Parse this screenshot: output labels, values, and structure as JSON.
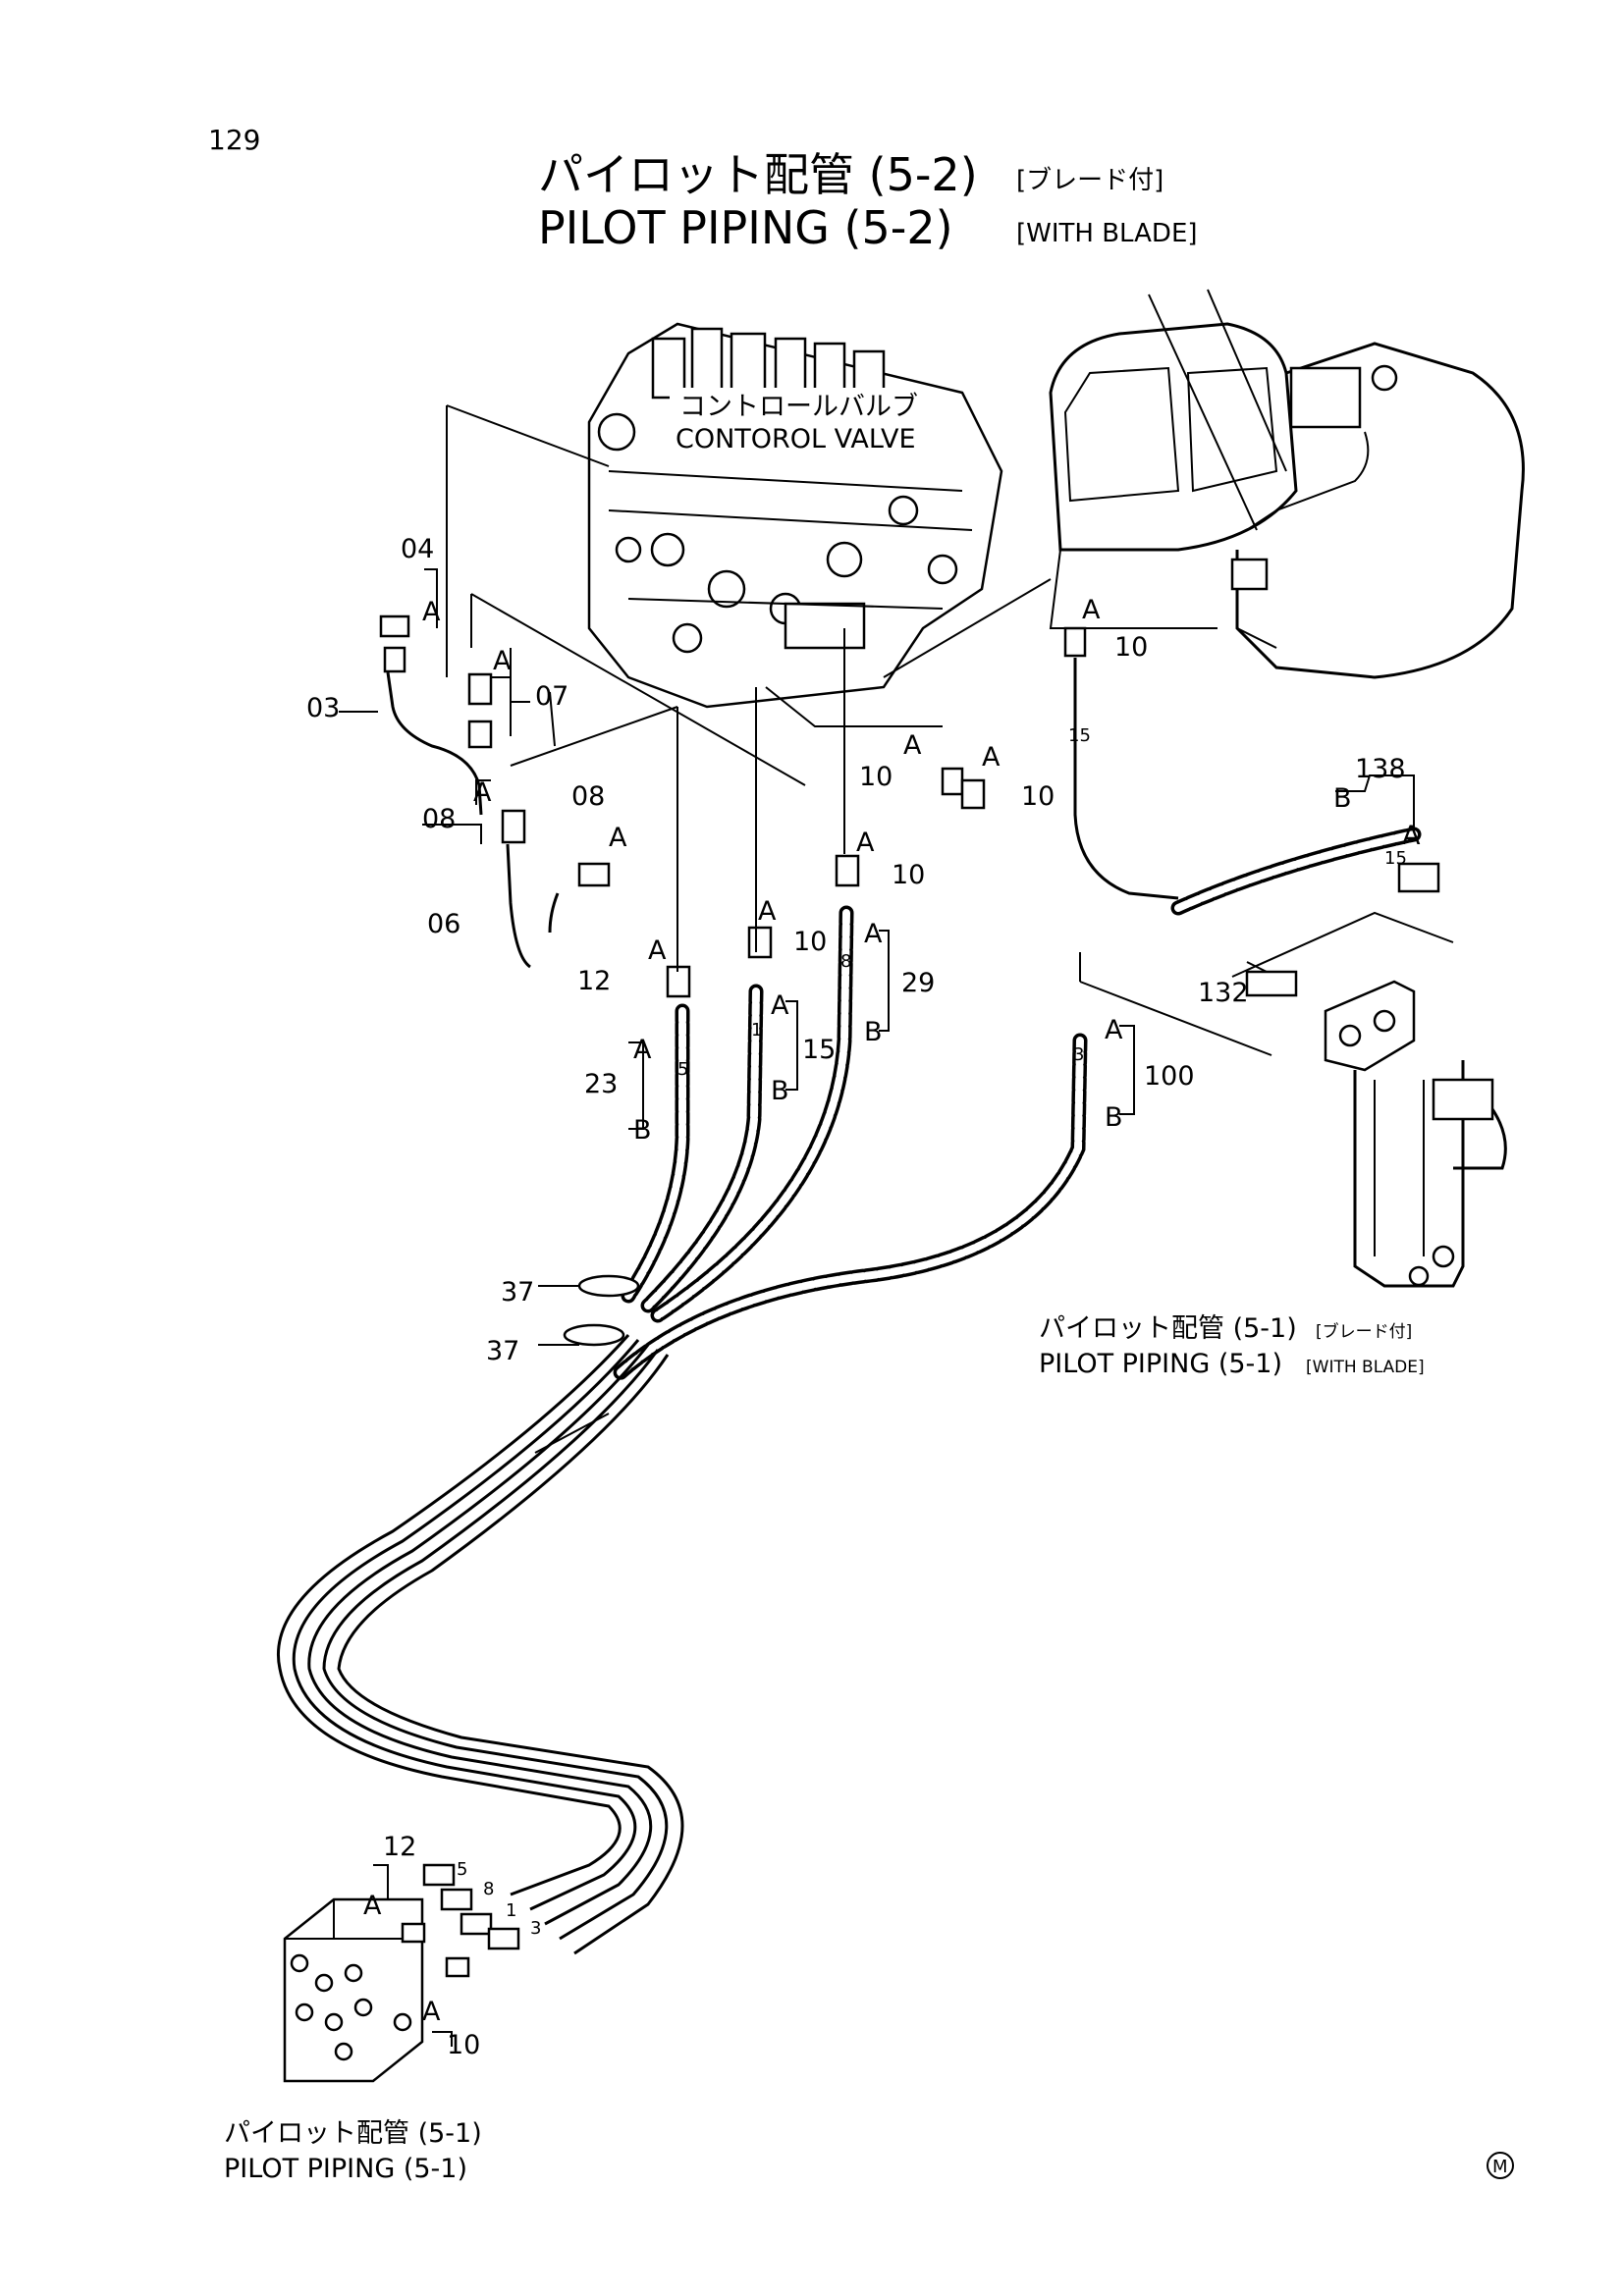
{
  "page_number": "129",
  "title": {
    "jp": "パイロット配管 (5-2)",
    "jp_suffix": "[ブレード付]",
    "en": "PILOT PIPING (5-2)",
    "en_suffix": "[WITH BLADE]"
  },
  "control_valve": {
    "jp": "コントロールバルブ",
    "en": "CONTOROL VALVE"
  },
  "references": [
    {
      "jp": "パイロット配管 (5-1)",
      "jp_suffix": "[ブレード付]",
      "en": "PILOT PIPING (5-1)",
      "en_suffix": "[WITH BLADE]"
    },
    {
      "jp": "パイロット配管 (5-1)",
      "en": "PILOT PIPING (5-1)"
    }
  ],
  "callouts": [
    "04",
    "03",
    "07",
    "08",
    "08",
    "06",
    "12",
    "23",
    "10",
    "15",
    "29",
    "10",
    "10",
    "10",
    "10",
    "138",
    "132",
    "100",
    "37",
    "37",
    "12",
    "10"
  ],
  "sub_letters": {
    "a": "A",
    "b": "B"
  },
  "hose_marks": [
    "5",
    "1",
    "8",
    "3",
    "15",
    "15",
    "5",
    "8",
    "1",
    "3"
  ],
  "mark": "M"
}
